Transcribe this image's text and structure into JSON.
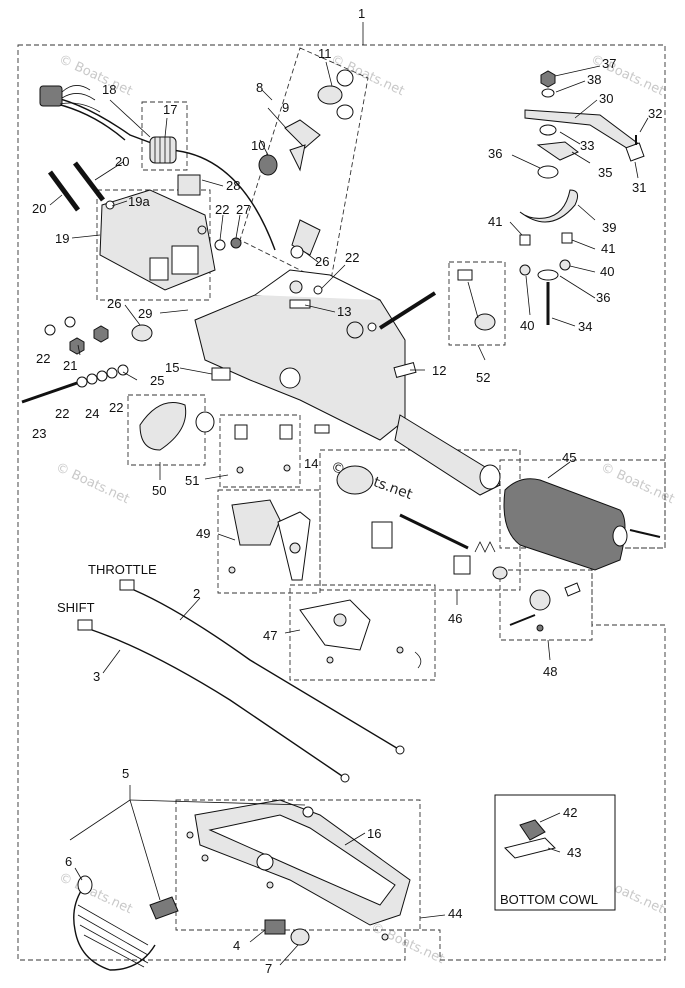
{
  "callouts": [
    {
      "id": "c1",
      "label": "1"
    },
    {
      "id": "c2",
      "label": "2"
    },
    {
      "id": "c3",
      "label": "3"
    },
    {
      "id": "c4",
      "label": "4"
    },
    {
      "id": "c5",
      "label": "5"
    },
    {
      "id": "c6",
      "label": "6"
    },
    {
      "id": "c7",
      "label": "7"
    },
    {
      "id": "c8",
      "label": "8"
    },
    {
      "id": "c9",
      "label": "9"
    },
    {
      "id": "c10",
      "label": "10"
    },
    {
      "id": "c11",
      "label": "11"
    },
    {
      "id": "c12",
      "label": "12"
    },
    {
      "id": "c13",
      "label": "13"
    },
    {
      "id": "c14",
      "label": "14"
    },
    {
      "id": "c15",
      "label": "15"
    },
    {
      "id": "c16",
      "label": "16"
    },
    {
      "id": "c17",
      "label": "17"
    },
    {
      "id": "c18",
      "label": "18"
    },
    {
      "id": "c19",
      "label": "19"
    },
    {
      "id": "c19a",
      "label": "19a"
    },
    {
      "id": "c20a",
      "label": "20"
    },
    {
      "id": "c20b",
      "label": "20"
    },
    {
      "id": "c21",
      "label": "21"
    },
    {
      "id": "c22a",
      "label": "22"
    },
    {
      "id": "c22b",
      "label": "22"
    },
    {
      "id": "c22c",
      "label": "22"
    },
    {
      "id": "c22d",
      "label": "22"
    },
    {
      "id": "c22e",
      "label": "22"
    },
    {
      "id": "c23",
      "label": "23"
    },
    {
      "id": "c24",
      "label": "24"
    },
    {
      "id": "c25",
      "label": "25"
    },
    {
      "id": "c26a",
      "label": "26"
    },
    {
      "id": "c26b",
      "label": "26"
    },
    {
      "id": "c27",
      "label": "27"
    },
    {
      "id": "c28",
      "label": "28"
    },
    {
      "id": "c29",
      "label": "29"
    },
    {
      "id": "c30",
      "label": "30"
    },
    {
      "id": "c31",
      "label": "31"
    },
    {
      "id": "c32",
      "label": "32"
    },
    {
      "id": "c33",
      "label": "33"
    },
    {
      "id": "c34",
      "label": "34"
    },
    {
      "id": "c35",
      "label": "35"
    },
    {
      "id": "c36a",
      "label": "36"
    },
    {
      "id": "c36b",
      "label": "36"
    },
    {
      "id": "c37",
      "label": "37"
    },
    {
      "id": "c38",
      "label": "38"
    },
    {
      "id": "c39",
      "label": "39"
    },
    {
      "id": "c40a",
      "label": "40"
    },
    {
      "id": "c40b",
      "label": "40"
    },
    {
      "id": "c41a",
      "label": "41"
    },
    {
      "id": "c41b",
      "label": "41"
    },
    {
      "id": "c42",
      "label": "42"
    },
    {
      "id": "c43",
      "label": "43"
    },
    {
      "id": "c44",
      "label": "44"
    },
    {
      "id": "c45",
      "label": "45"
    },
    {
      "id": "c46",
      "label": "46"
    },
    {
      "id": "c47",
      "label": "47"
    },
    {
      "id": "c48",
      "label": "48"
    },
    {
      "id": "c49",
      "label": "49"
    },
    {
      "id": "c50",
      "label": "50"
    },
    {
      "id": "c51",
      "label": "51"
    },
    {
      "id": "c52",
      "label": "52"
    }
  ],
  "captions": {
    "throttle": "THROTTLE",
    "shift": "SHIFT",
    "bottom_cowl": "BOTTOM COWL"
  },
  "watermark": "© Boats.net"
}
